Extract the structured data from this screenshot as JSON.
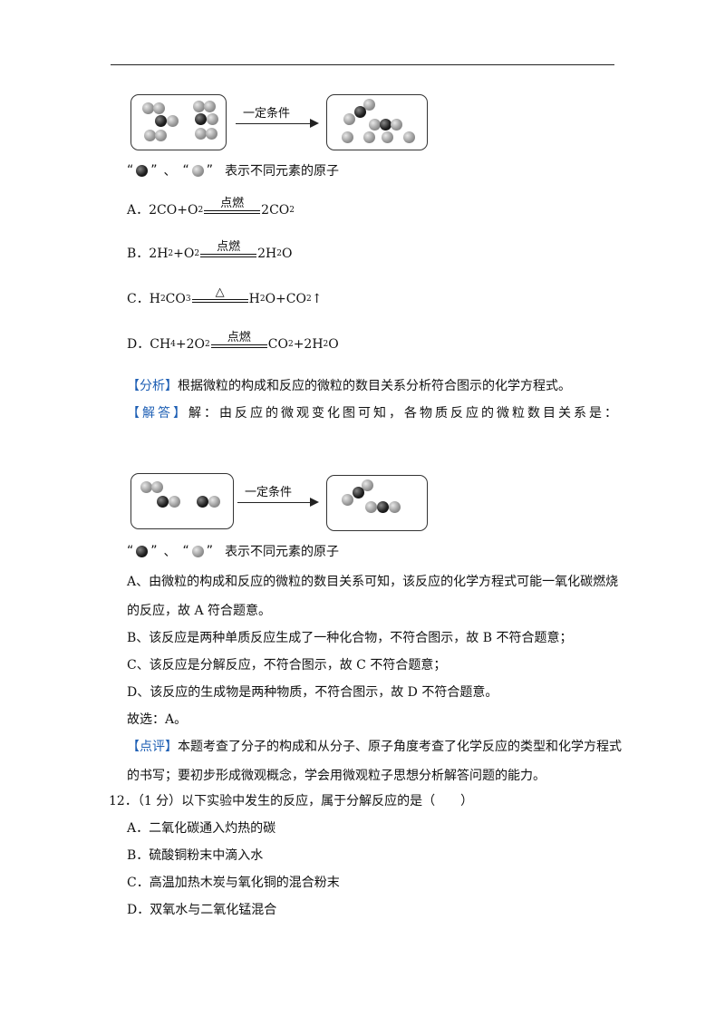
{
  "figure": {
    "condition": "一定条件",
    "legend": {
      "open1": "“",
      "close1": "”",
      "sep": "、",
      "open2": "“",
      "close2": "”",
      "text": "表示不同元素的原子"
    }
  },
  "options": [
    {
      "label": "A．",
      "left": "2CO+O",
      "sub1": "2",
      "cond": "点燃",
      "right": "2CO",
      "sub2": "2",
      "tail": ""
    },
    {
      "label": "B．",
      "left": "2H",
      "sub1": "2",
      "mid": "+O",
      "sub1b": "2",
      "cond": "点燃",
      "right": "2H",
      "sub2": "2",
      "tail": "O"
    },
    {
      "label": "C．",
      "left": "H",
      "sub1": "2",
      "mid": "CO",
      "sub1b": "3",
      "cond": "△",
      "right": "H",
      "sub2": "2",
      "tail": "O+CO",
      "sub3": "2",
      "tail2": "↑"
    },
    {
      "label": "D．",
      "left": "CH",
      "sub1": "4",
      "mid": "+2O",
      "sub1b": "2",
      "cond": "点燃",
      "right": "CO",
      "sub2": "2",
      "tail": "+2H",
      "sub3": "2",
      "tail2": "O"
    }
  ],
  "analysis": {
    "tag": "【分析】",
    "text": "根据微粒的构成和反应的微粒的数目关系分析符合图示的化学方程式。"
  },
  "answer": {
    "tag": "【解答】",
    "text": "解：由反应的微观变化图可知，各物质反应的微粒数目关系是："
  },
  "explain": [
    "A、由微粒的构成和反应的微粒的数目关系可知，该反应的化学方程式可能一氧化碳燃烧",
    "的反应，故 A 符合题意。",
    "B、该反应是两种单质反应生成了一种化合物，不符合图示，故 B 不符合题意；",
    "C、该反应是分解反应，不符合图示，故 C 不符合题意；",
    "D、该反应的生成物是两种物质，不符合图示，故 D 不符合题意。",
    "故选：A。"
  ],
  "comment": {
    "tag": "【点评】",
    "text": "本题考查了分子的构成和从分子、原子角度考查了化学反应的类型和化学方程式",
    "text2": "的书写；要初步形成微观概念，学会用微观粒子思想分析解答问题的能力。"
  },
  "q12": {
    "stem": "12．（1 分）以下实验中发生的反应，属于分解反应的是（　　）",
    "choices": [
      "A．二氧化碳通入灼热的碳",
      "B．硫酸铜粉末中滴入水",
      "C．高温加热木炭与氧化铜的混合粉末",
      "D．双氧水与二氧化锰混合"
    ]
  },
  "colors": {
    "tag": "#1e5fb4"
  }
}
